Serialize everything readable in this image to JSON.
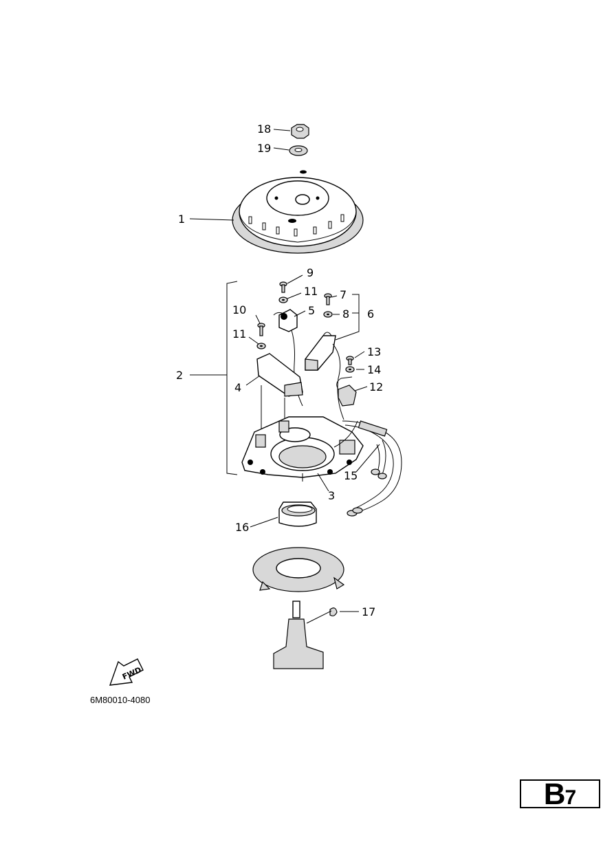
{
  "diagram": {
    "reference_code": "6M80010-4080",
    "section": {
      "letter": "B",
      "number": "7"
    },
    "fwd_label": "FWD",
    "callouts": [
      "18",
      "19",
      "1",
      "9",
      "11",
      "7",
      "10",
      "5",
      "8",
      "6",
      "11",
      "13",
      "2",
      "14",
      "4",
      "12",
      "15",
      "3",
      "16",
      "17"
    ]
  }
}
